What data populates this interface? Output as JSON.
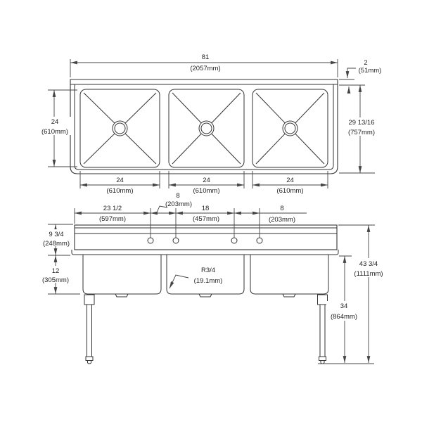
{
  "drawing": {
    "background": "#ffffff",
    "line_color": "#333333",
    "text_color": "#222222"
  },
  "top_view": {
    "overall_width_in": "81",
    "overall_width_mm": "(2057mm)",
    "splash_thickness_in": "2",
    "splash_thickness_mm": "(51mm)",
    "overall_depth_in": "29 13/16",
    "overall_depth_mm": "(757mm)",
    "bowl_front_to_back_in": "24",
    "bowl_front_to_back_mm": "(610mm)",
    "bowl_widths": [
      {
        "in": "24",
        "mm": "(610mm)"
      },
      {
        "in": "24",
        "mm": "(610mm)"
      },
      {
        "in": "24",
        "mm": "(610mm)"
      }
    ]
  },
  "front_view": {
    "edge_to_first_hole_in": "23 1/2",
    "edge_to_first_hole_mm": "(597mm)",
    "hole_pair_spacing_left_in": "8",
    "hole_pair_spacing_left_mm": "(203mm)",
    "hole_group_spacing_in": "18",
    "hole_group_spacing_mm": "(457mm)",
    "hole_pair_spacing_right_in": "8",
    "hole_pair_spacing_right_mm": "(203mm)",
    "splash_and_rim_height_in": "9 3/4",
    "splash_and_rim_height_mm": "(248mm)",
    "bowl_depth_in": "12",
    "bowl_depth_mm": "(305mm)",
    "corner_radius_in": "R3/4",
    "corner_radius_mm": "(19.1mm)",
    "leg_height_in": "34",
    "leg_height_mm": "(864mm)",
    "overall_height_in": "43 3/4",
    "overall_height_mm": "(1111mm)"
  }
}
